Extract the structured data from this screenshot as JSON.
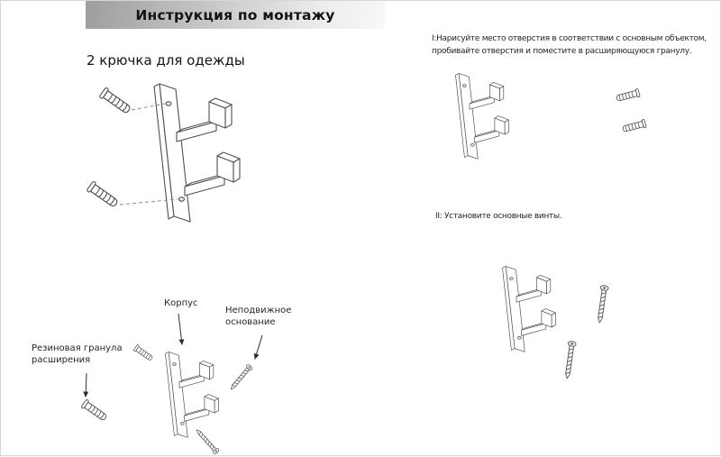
{
  "colors": {
    "line_art": "#4f4f4f",
    "title_bar_gradient_left": "#9d9d9d",
    "title_bar_gradient_right": "#f8f8f8",
    "text": "#1c1c1c"
  },
  "header": {
    "title": "Инструкция по монтажу"
  },
  "subtitle": "2 крючка для одежды",
  "instructions": {
    "step1_lines": [
      "I:Нарисуйте место отверстия в соответствии с основным объектом,",
      "пробивайте отверстия и поместите в расширяющуюся гранулу."
    ],
    "step2": "II: Установите основные винты."
  },
  "callouts": {
    "body": "Корпус",
    "fixed_base": "Неподвижное основание",
    "expansion_granule": "Резиновая гранула расширения"
  }
}
